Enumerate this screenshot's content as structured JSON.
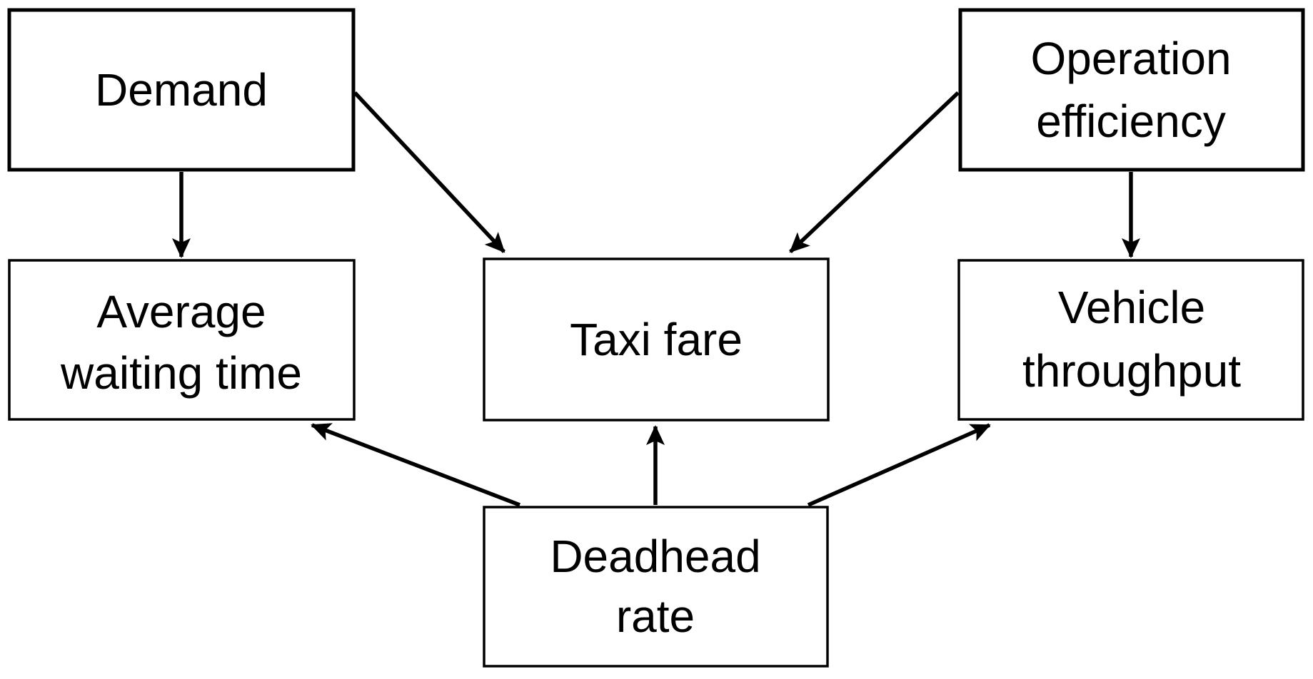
{
  "diagram": {
    "type": "causal-flow-diagram",
    "colors": {
      "background": "#ffffff",
      "box_fill": "#ffffff",
      "box_stroke": "#000000",
      "arrow": "#000000",
      "text": "#000000"
    },
    "nodes": {
      "demand": {
        "label": "Demand",
        "lines": [
          "Demand"
        ]
      },
      "operation_efficiency": {
        "label": "Operation efficiency",
        "lines": [
          "Operation",
          "efficiency"
        ]
      },
      "average_waiting_time": {
        "label": "Average waiting time",
        "lines": [
          "Average",
          "waiting time"
        ]
      },
      "taxi_fare": {
        "label": "Taxi fare",
        "lines": [
          "Taxi fare"
        ]
      },
      "vehicle_throughput": {
        "label": "Vehicle throughput",
        "lines": [
          "Vehicle",
          "throughput"
        ]
      },
      "deadhead_rate": {
        "label": "Deadhead rate",
        "lines": [
          "Deadhead",
          "rate"
        ]
      }
    },
    "edges": [
      {
        "from": "Demand",
        "to": "Average waiting time"
      },
      {
        "from": "Demand",
        "to": "Taxi fare"
      },
      {
        "from": "Operation efficiency",
        "to": "Taxi fare"
      },
      {
        "from": "Operation efficiency",
        "to": "Vehicle throughput"
      },
      {
        "from": "Deadhead rate",
        "to": "Average waiting time"
      },
      {
        "from": "Deadhead rate",
        "to": "Taxi fare"
      },
      {
        "from": "Deadhead rate",
        "to": "Vehicle throughput"
      }
    ]
  }
}
